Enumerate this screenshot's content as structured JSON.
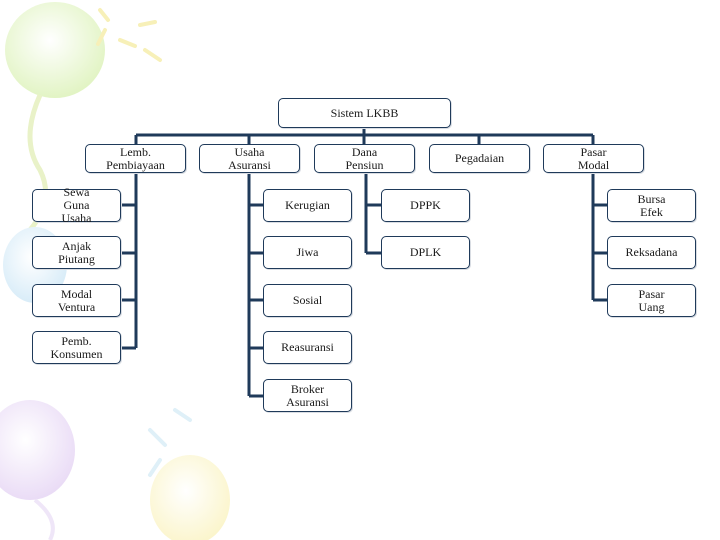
{
  "diagram": {
    "root": "Sistem LKBB",
    "categories": {
      "lembaga_pembiayaan": "Lemb.\nPembiayaan",
      "usaha_asuransi": "Usaha\nAsuransi",
      "dana_pensiun": "Dana\nPensiun",
      "pegadaian": "Pegadaian",
      "pasar_modal": "Pasar\nModal"
    },
    "pembiayaan_items": [
      "Sewa\nGuna\nUsaha",
      "Anjak\nPiutang",
      "Modal\nVentura",
      "Pemb.\nKonsumen"
    ],
    "asuransi_items": [
      "Kerugian",
      "Jiwa",
      "Sosial",
      "Reasuransi",
      "Broker\nAsuransi"
    ],
    "pensiun_items": [
      "DPPK",
      "DPLK"
    ],
    "pasar_modal_items": [
      "Bursa\nEfek",
      "Reksadana",
      "Pasar\nUang"
    ]
  },
  "theme": {
    "line_color": "#1f3a5a",
    "border_color": "#1f3a5a"
  }
}
